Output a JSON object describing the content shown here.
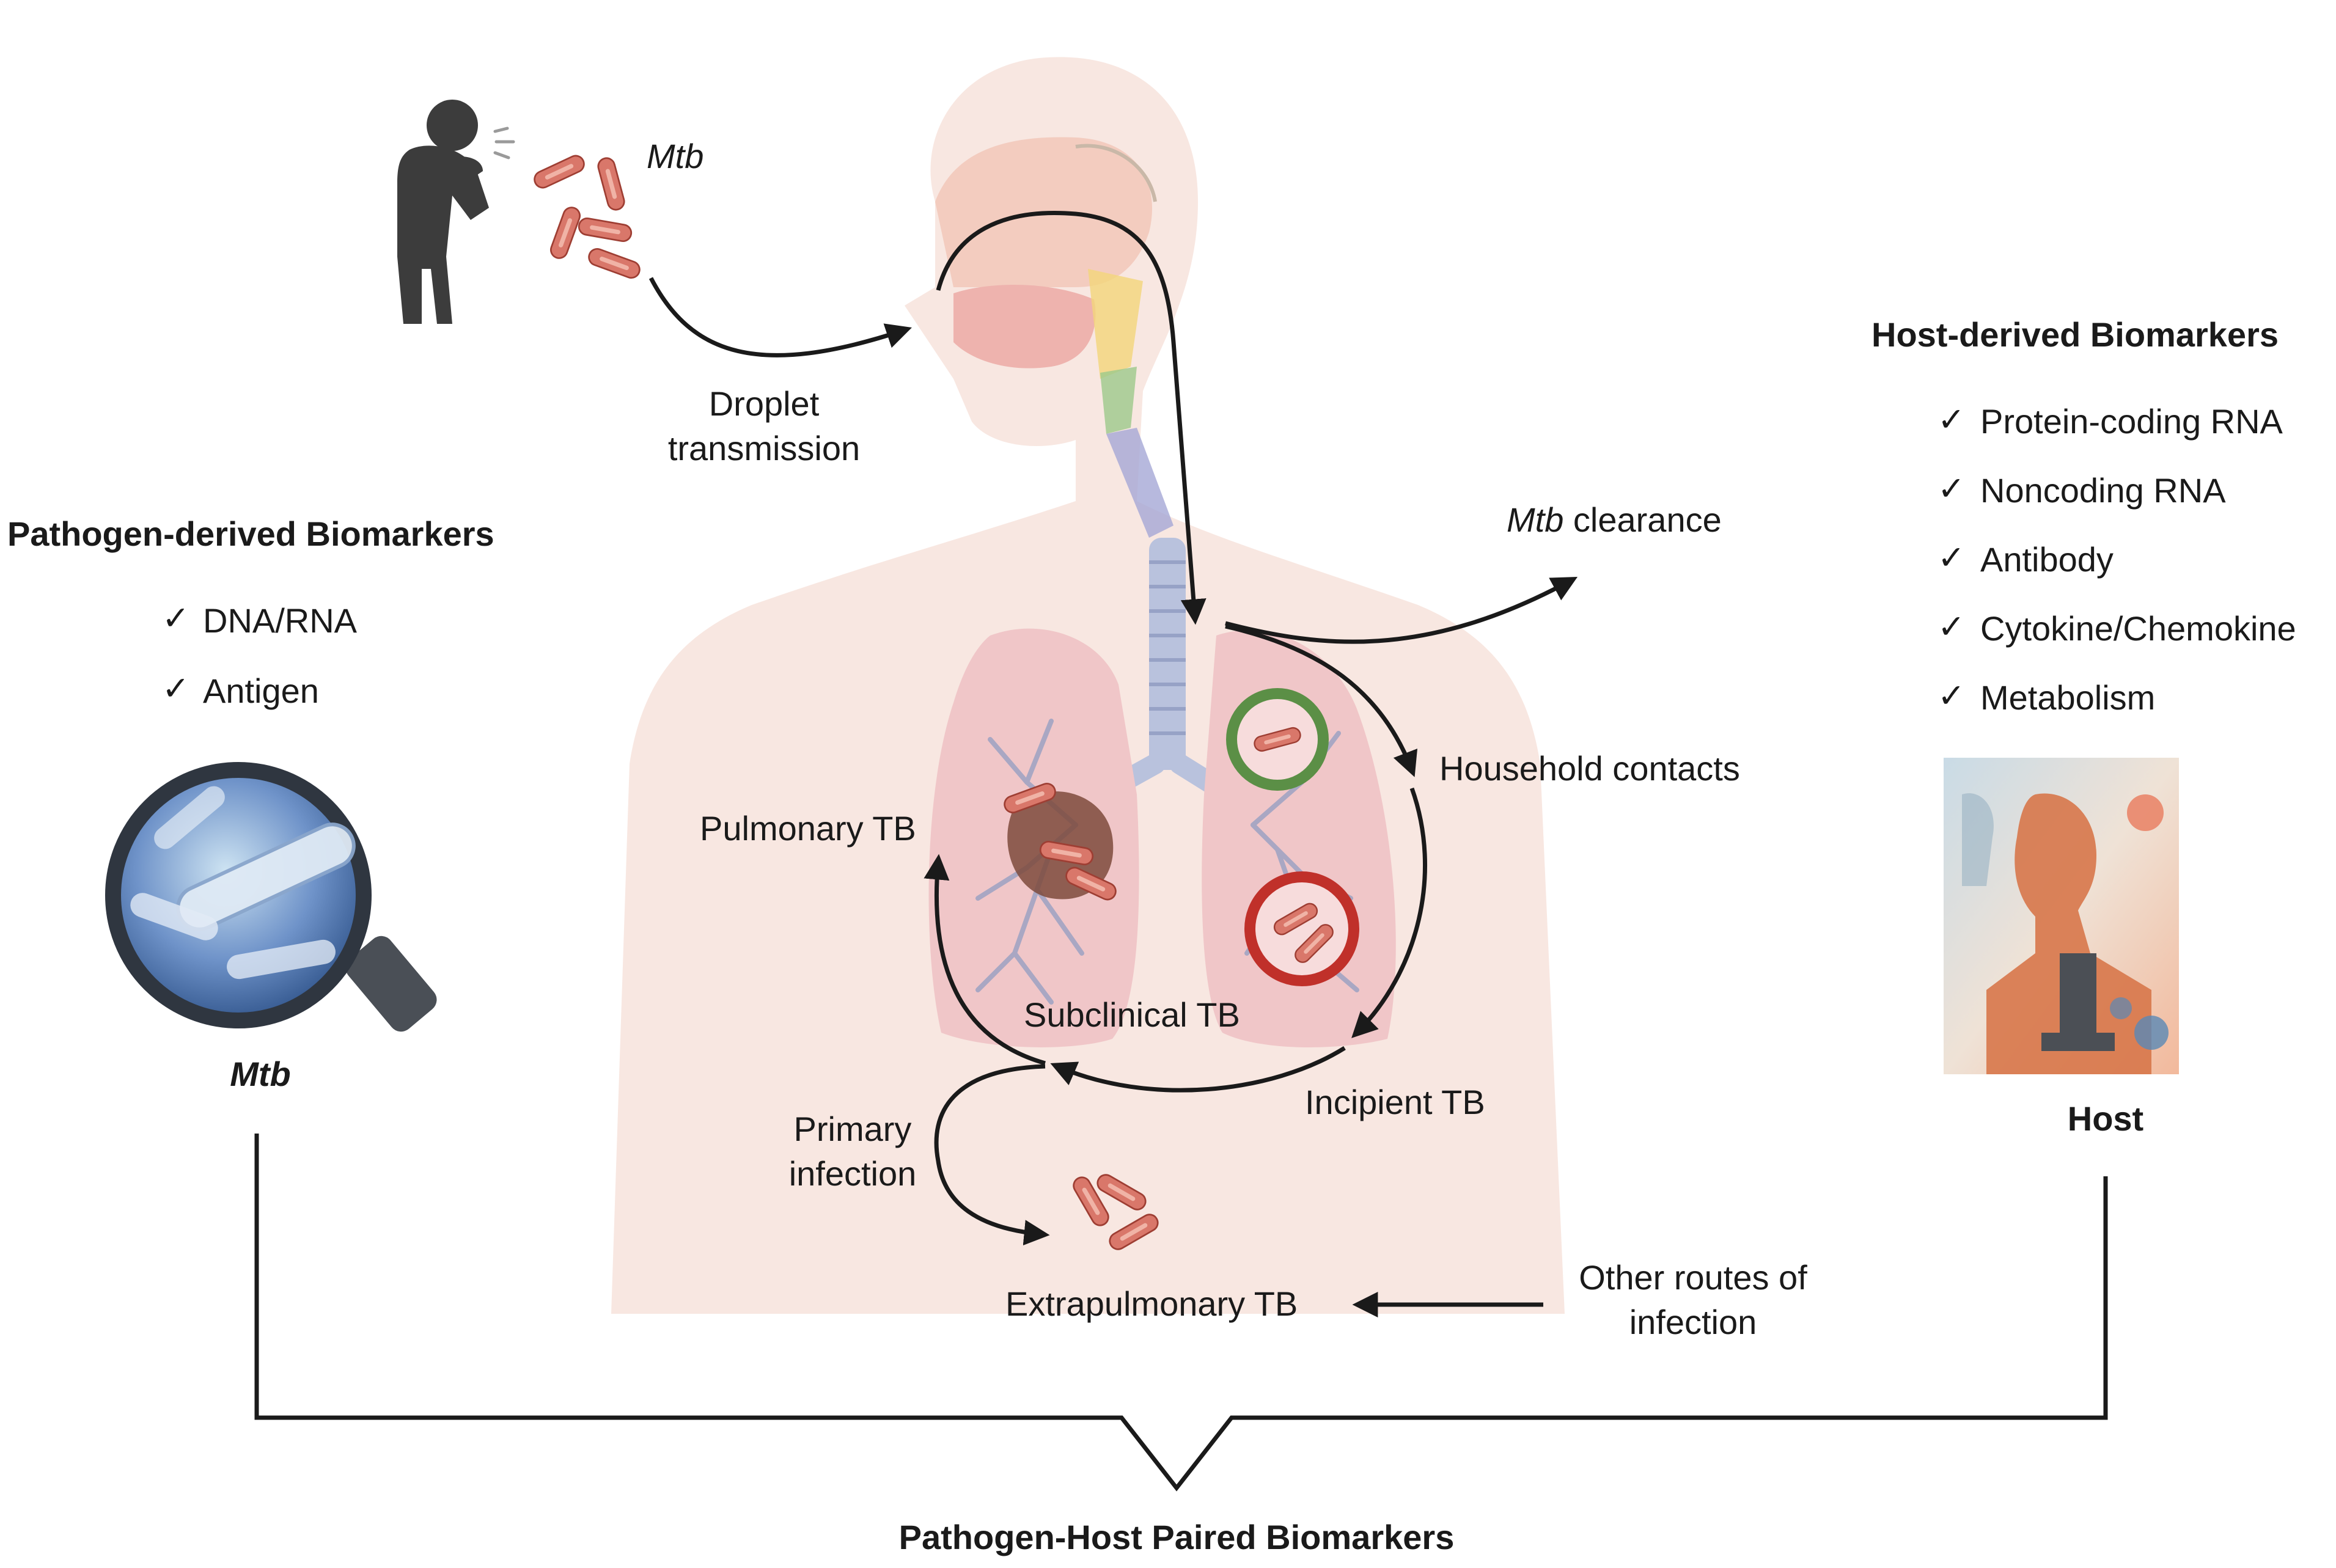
{
  "labels": {
    "mtb_top": "Mtb",
    "droplet_line1": "Droplet",
    "droplet_line2": "transmission",
    "clearance_italic": "Mtb",
    "clearance_rest": " clearance",
    "household": "Household contacts",
    "pulmonary": "Pulmonary TB",
    "subclinical": "Subclinical TB",
    "incipient": "Incipient TB",
    "primary_line1": "Primary",
    "primary_line2": "infection",
    "extrapulmonary": "Extrapulmonary TB",
    "other_routes_line1": "Other routes of",
    "other_routes_line2": "infection"
  },
  "pathogen": {
    "title": "Pathogen-derived Biomarkers",
    "check_symbol": "✓",
    "items": [
      "DNA/RNA",
      "Antigen"
    ],
    "image_caption": "Mtb"
  },
  "host": {
    "title": "Host-derived Biomarkers",
    "check_symbol": "✓",
    "items": [
      "Protein-coding RNA",
      "Noncoding RNA",
      "Antibody",
      "Cytokine/Chemokine",
      "Metabolism"
    ],
    "image_caption": "Host"
  },
  "footer": {
    "title": "Pathogen-Host Paired Biomarkers"
  },
  "colors": {
    "body_silhouette": "#f7e3dc",
    "lung": "#f0c6c8",
    "bronchi": "#b9c2dd",
    "bacterium": "#d9776a",
    "green_ring": "#5b8f46",
    "red_ring": "#c0302a",
    "arrow": "#1a1a1a"
  }
}
